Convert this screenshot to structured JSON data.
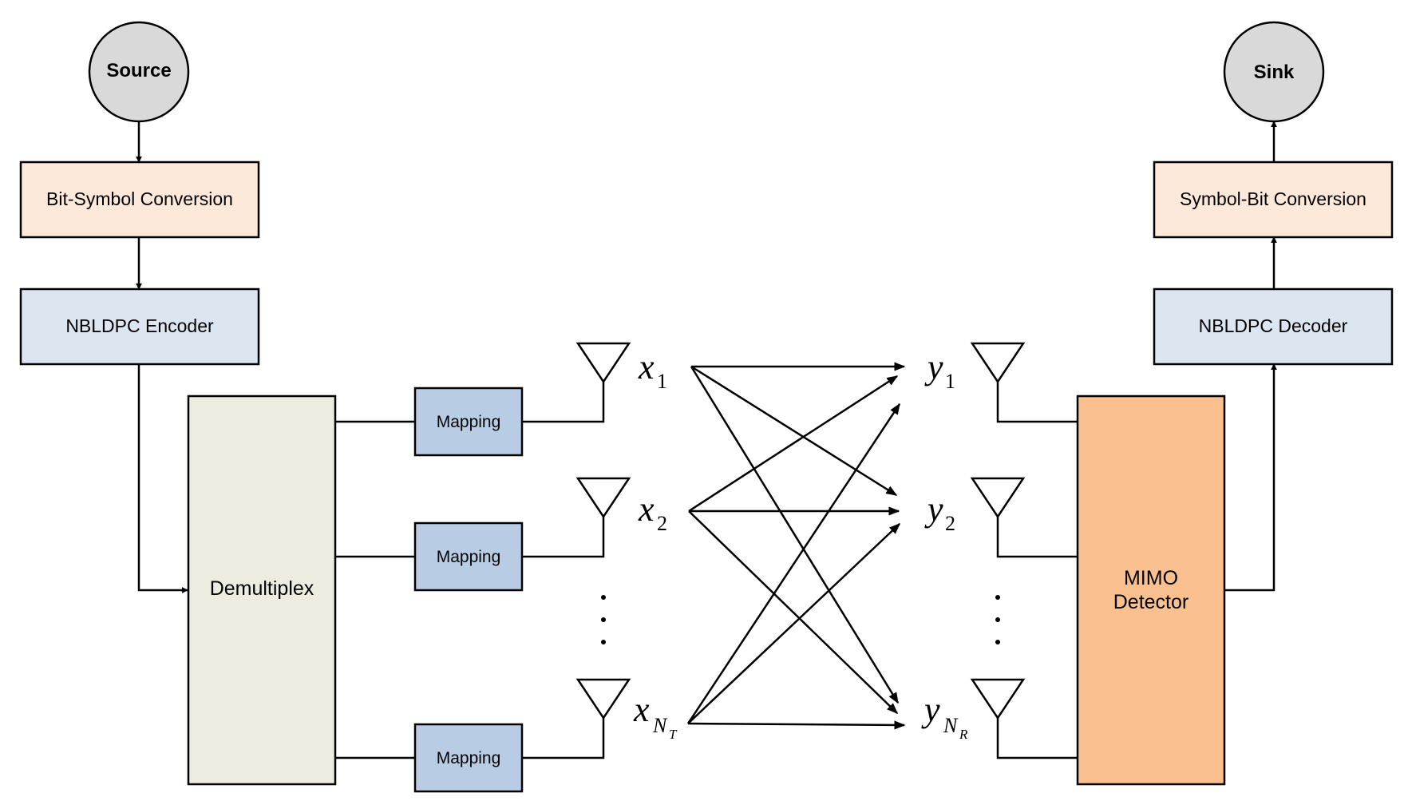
{
  "colors": {
    "node_fill": "#d9d9d9",
    "conversion_fill": "#fde9d9",
    "codec_fill": "#dce6f1",
    "demux_fill": "#eeece1",
    "mapping_fill": "#b8cce4",
    "detector_fill": "#fac090",
    "stroke": "#000000"
  },
  "nodes": {
    "source": "Source",
    "sink": "Sink"
  },
  "blocks": {
    "bit_symbol": "Bit-Symbol Conversion",
    "encoder": "NBLDPC Encoder",
    "demultiplex": "Demultiplex",
    "mapping_1": "Mapping",
    "mapping_2": "Mapping",
    "mapping_3": "Mapping",
    "detector_line1": "MIMO",
    "detector_line2": "Detector",
    "decoder": "NBLDPC Decoder",
    "symbol_bit": "Symbol-Bit Conversion"
  },
  "transmit": {
    "x1": {
      "base": "x",
      "sub": "1"
    },
    "x2": {
      "base": "x",
      "sub": "2"
    },
    "xN": {
      "base": "x",
      "sub": "N",
      "subsub": "T"
    }
  },
  "receive": {
    "y1": {
      "base": "y",
      "sub": "1"
    },
    "y2": {
      "base": "y",
      "sub": "2"
    },
    "yN": {
      "base": "y",
      "sub": "N",
      "subsub": "R"
    }
  }
}
